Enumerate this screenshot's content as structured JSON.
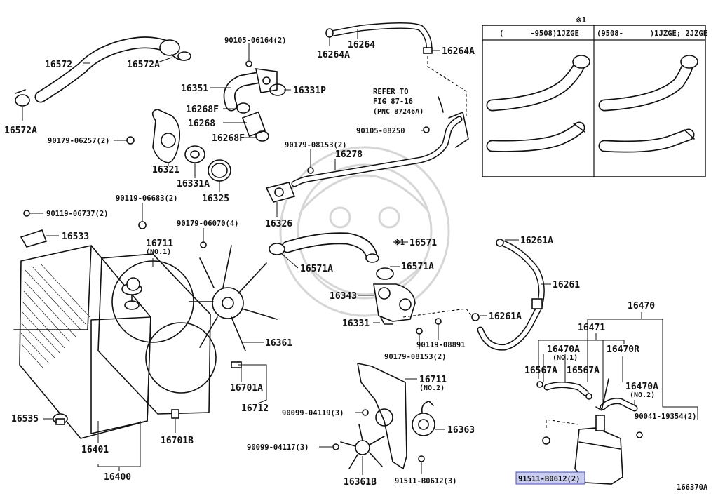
{
  "figure_id": "166370A",
  "inset": {
    "marker": "※1",
    "col1_header": "(      -9508)1JZGE",
    "col2_header": "(9508-      )1JZGE; 2JZGE"
  },
  "refer": {
    "line1": "REFER TO",
    "line2": "FIG 87-16",
    "line3": "(PNC 87246A)"
  },
  "labels": {
    "p16572": "16572",
    "p16572A_top": "16572A",
    "p16572A_left": "16572A",
    "p90105_06164": "90105-06164(2)",
    "p16264": "16264",
    "p16264A_left": "16264A",
    "p16264A_right": "16264A",
    "p16351": "16351",
    "p16331P": "16331P",
    "p16268F_top": "16268F",
    "p16268": "16268",
    "p16268F_bot": "16268F",
    "p90179_06257": "90179-06257(2)",
    "p16321": "16321",
    "p16331A": "16331A",
    "p16325": "16325",
    "p90105_08250": "90105-08250",
    "p90179_08153_top": "90179-08153(2)",
    "p16278": "16278",
    "p16326": "16326",
    "p90119_06683": "90119-06683(2)",
    "p90119_06737": "90119-06737(2)",
    "p16533": "16533",
    "p16711_no1": "16711",
    "p16711_no1_sub": "(NO.1)",
    "p90179_06070": "90179-06070(4)",
    "p16571": "16571",
    "p16571_mark": "※1",
    "p16571A_left": "16571A",
    "p16571A_right": "16571A",
    "p16261A_top": "16261A",
    "p16261": "16261",
    "p16343": "16343",
    "p16331": "16331",
    "p16261A_mid": "16261A",
    "p90119_08891": "90119-08891",
    "p90179_08153_bot": "90179-08153(2)",
    "p16361": "16361",
    "p16701A": "16701A",
    "p16712": "16712",
    "p16711_no2": "16711",
    "p16711_no2_sub": "(NO.2)",
    "p90099_04119": "90099-04119(3)",
    "p16363": "16363",
    "p90099_04117": "90099-04117(3)",
    "p16361B": "16361B",
    "p91511_B0612_bot": "91511-B0612(3)",
    "p16535": "16535",
    "p16701B": "16701B",
    "p16401": "16401",
    "p16400": "16400",
    "p16470": "16470",
    "p16471": "16471",
    "p16470A_no1": "16470A",
    "p16470A_no1_sub": "(NO.1)",
    "p16470R": "16470R",
    "p16567A_left": "16567A",
    "p16567A_right": "16567A",
    "p16470A_no2": "16470A",
    "p16470A_no2_sub": "(NO.2)",
    "p90041_19354": "90041-19354(2)",
    "p91511_B0612_hl": "91511-B0612(2)"
  },
  "colors": {
    "ink": "#111111",
    "highlight_fill": "#c9cdf2",
    "highlight_stroke": "#4b4fa8",
    "watermark": "#d6d6d6"
  }
}
